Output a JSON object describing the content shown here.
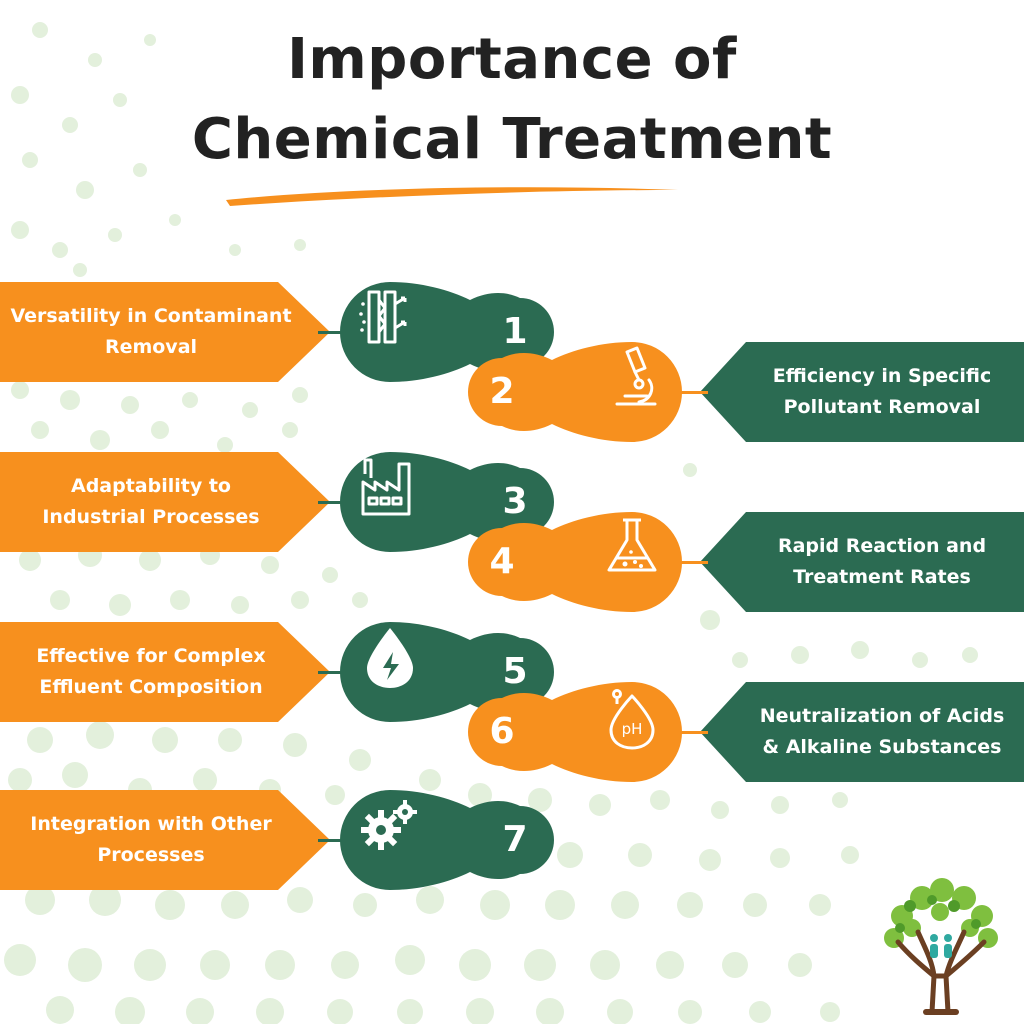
{
  "title": {
    "line1": "Importance of",
    "line2": "Chemical Treatment"
  },
  "colors": {
    "orange": "#f7901e",
    "green": "#2b6b52",
    "dots": "#e3f0dc",
    "title": "#222222"
  },
  "items": [
    {
      "number": "1",
      "label_line1": "Versatility in Contaminant",
      "label_line2": "Removal",
      "icon": "filter-icon"
    },
    {
      "number": "2",
      "label_line1": "Efficiency in Specific",
      "label_line2": "Pollutant Removal",
      "icon": "microscope-icon"
    },
    {
      "number": "3",
      "label_line1": "Adaptability to",
      "label_line2": "Industrial Processes",
      "icon": "factory-icon"
    },
    {
      "number": "4",
      "label_line1": "Rapid Reaction and",
      "label_line2": "Treatment Rates",
      "icon": "flask-icon"
    },
    {
      "number": "5",
      "label_line1": "Effective for Complex",
      "label_line2": "Effluent Composition",
      "icon": "water-energy-icon"
    },
    {
      "number": "6",
      "label_line1": "Neutralization of Acids",
      "label_line2": "& Alkaline Substances",
      "icon": "ph-drop-icon",
      "icon_text": "pH"
    },
    {
      "number": "7",
      "label_line1": "Integration with Other",
      "label_line2": "Processes",
      "icon": "gears-icon"
    }
  ],
  "logo": {
    "icon": "tree-logo-icon"
  }
}
